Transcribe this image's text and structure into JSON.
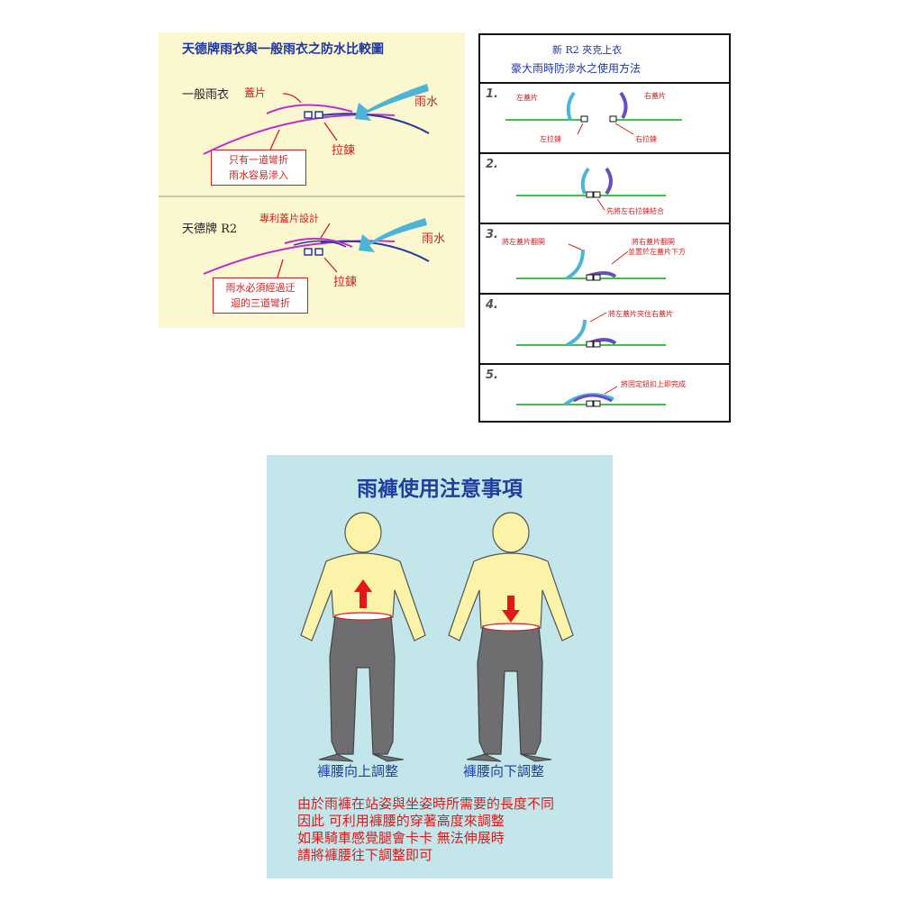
{
  "left": {
    "title": "天德牌雨衣與一般雨衣之防水比較圖",
    "top": {
      "label": "一般雨衣",
      "flap_label": "蓋片",
      "rain_label": "雨水",
      "zip_label": "拉鍊",
      "box_line1": "只有一道彎折",
      "box_line2": "雨水容易滲入"
    },
    "bottom": {
      "label": "天德牌 R2",
      "flap_label": "專利蓋片設計",
      "rain_label": "雨水",
      "zip_label": "拉鍊",
      "box_line1": "雨水必須經過迂",
      "box_line2": "迴的三道彎折"
    }
  },
  "right": {
    "title_line1": "新 R2 夾克上衣",
    "title_line2": "豪大雨時防滲水之使用方法",
    "steps": [
      {
        "num": "1.",
        "left_flap": "左蓋片",
        "right_flap": "右蓋片",
        "left_zip": "左拉鍊",
        "right_zip": "右拉鍊"
      },
      {
        "num": "2.",
        "note": "先將左右拉鍊結合"
      },
      {
        "num": "3.",
        "note_left": "將左蓋片翻開",
        "note_right1": "將右蓋片翻開",
        "note_right2": "並置於左蓋片下方"
      },
      {
        "num": "4.",
        "note": "將左蓋片夾住右蓋片"
      },
      {
        "num": "5.",
        "note": "將固定鈕扣上即完成"
      }
    ]
  },
  "pants": {
    "title": "雨褲使用注意事項",
    "left_caption": "褲腰向上調整",
    "right_caption": "褲腰向下調整",
    "notes": [
      "由於雨褲在站姿與坐姿時所需要的長度不同",
      "因此 可利用褲腰的穿著高度來調整",
      "如果騎車感覺腿會卡卡  無法伸展時",
      "請將褲腰往下調整即可"
    ]
  },
  "colors": {
    "cream": "#fbf7cf",
    "light_blue": "#c2e6ea",
    "title_blue": "#1f3ea0",
    "red": "#d11f1f",
    "flap_magenta": "#c02ecb",
    "seam_blue": "#283a9e",
    "rain_cyan": "#4cb4d6",
    "green_line": "#46c148",
    "pants_gray": "#6e6e70",
    "skin": "#fbf3a8"
  }
}
